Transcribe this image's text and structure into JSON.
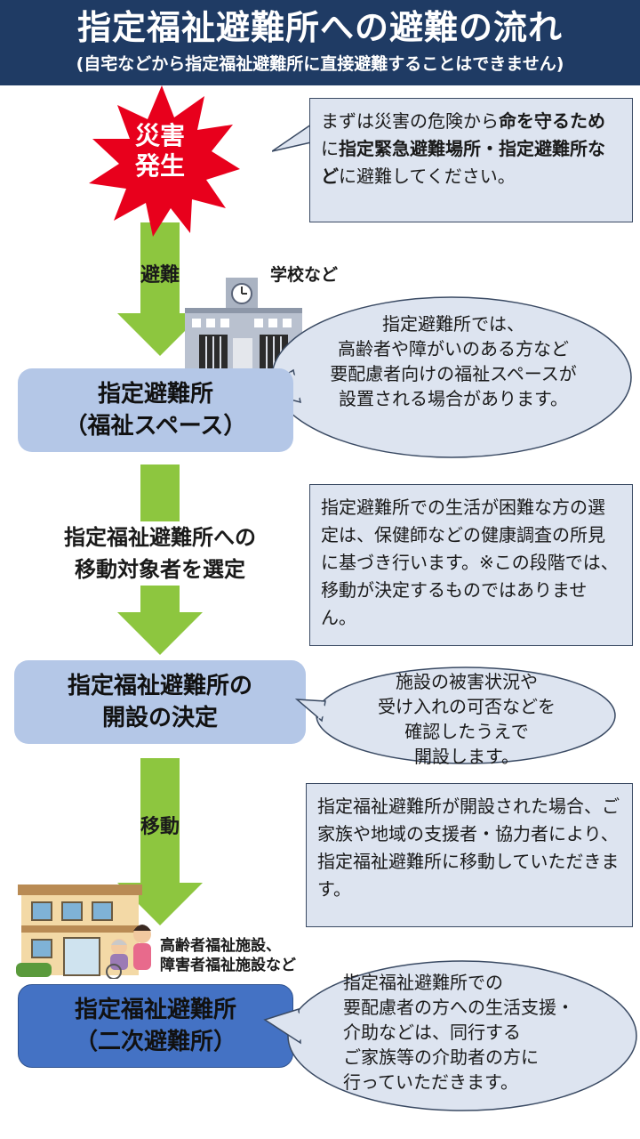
{
  "header": {
    "title": "指定福祉避難所への避難の流れ",
    "subtitle": "(自宅などから指定福祉避難所に直接避難することはできません)"
  },
  "disaster": {
    "label_line1": "災害",
    "label_line2": "発生"
  },
  "note1": {
    "part1": "まずは災害の危険から",
    "bold1": "命を守るため",
    "part2": "に",
    "bold2": "指定緊急避難場所・指定避難所など",
    "part3": "に避難してください。"
  },
  "arrow1_label": "避難",
  "school_label": "学校など",
  "bubble1": {
    "lines": [
      "指定避難所では、",
      "高齢者や障がいのある方など",
      "要配慮者向けの福祉スペースが",
      "設置される場合があります。"
    ]
  },
  "step1": {
    "line1": "指定避難所",
    "line2": "（福祉スペース）"
  },
  "mid_label": {
    "line1": "指定福祉避難所への",
    "line2": "移動対象者を選定"
  },
  "note2": {
    "text": "指定避難所での生活が困難な方の選定は、保健師などの健康調査の所見に基づき行います。※この段階では、移動が決定するものではありません。"
  },
  "step2": {
    "line1": "指定福祉避難所の",
    "line2": "開設の決定"
  },
  "bubble2": {
    "lines": [
      "施設の被害状況や",
      "受け入れの可否などを",
      "確認したうえで",
      "開設します。"
    ]
  },
  "arrow3_label": "移動",
  "note3": {
    "text": "指定福祉避難所が開設された場合、ご家族や地域の支援者・協力者により、指定福祉避難所に移動していただきます。"
  },
  "facility_label": {
    "line1": "高齢者福祉施設、",
    "line2": "障害者福祉施設など"
  },
  "step3": {
    "line1": "指定福祉避難所",
    "line2": "（二次避難所）"
  },
  "bubble3": {
    "lines": [
      "指定福祉避難所での",
      "要配慮者の方への生活支援・",
      "介助などは、同行する",
      "ご家族等の介助者の方に",
      "行っていただきます。"
    ]
  },
  "colors": {
    "header_bg": "#1f3b64",
    "arrow_green": "#8dc63f",
    "burst_red": "#e8001c",
    "step_light": "#b4c7e7",
    "step_dark": "#4472c4",
    "note_bg": "#dde4f0"
  }
}
